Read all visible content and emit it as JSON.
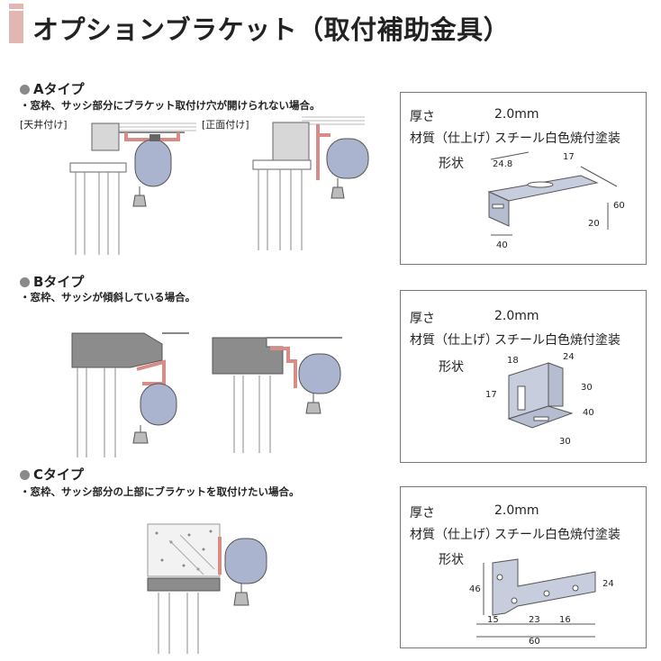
{
  "title": "オプションブラケット（取付補助金具）",
  "sections": [
    {
      "type_label": "Aタイプ",
      "note": "・窓枠、サッシ部分にブラケット取付け穴が開けられない場合。",
      "tags": [
        "[天井付け]",
        "[正面付け]"
      ],
      "spec": {
        "thickness_label": "厚さ",
        "thickness_value": "2.0mm",
        "material_label": "材質（仕上げ）",
        "material_value": "スチール白色焼付塗装",
        "shape_label": "形状",
        "dims": [
          "24.8",
          "17",
          "60",
          "20",
          "40"
        ]
      }
    },
    {
      "type_label": "Bタイプ",
      "note": "・窓枠、サッシが傾斜している場合。",
      "spec": {
        "thickness_label": "厚さ",
        "thickness_value": "2.0mm",
        "material_label": "材質（仕上げ）",
        "material_value": "スチール白色焼付塗装",
        "shape_label": "形状",
        "dims": [
          "18",
          "24",
          "17",
          "30",
          "40",
          "30"
        ]
      }
    },
    {
      "type_label": "Cタイプ",
      "note": "・窓枠、サッシ部分の上部にブラケットを取付けたい場合。",
      "spec": {
        "thickness_label": "厚さ",
        "thickness_value": "2.0mm",
        "material_label": "材質（仕上げ）",
        "material_value": "スチール白色焼付塗装",
        "shape_label": "形状",
        "dims": [
          "46",
          "24",
          "15",
          "23",
          "16",
          "60"
        ]
      }
    }
  ],
  "colors": {
    "accent": "#e2b7b3",
    "bracket": "#d98c86",
    "blind": "#aab4cf",
    "frame": "#8c8c8c"
  }
}
